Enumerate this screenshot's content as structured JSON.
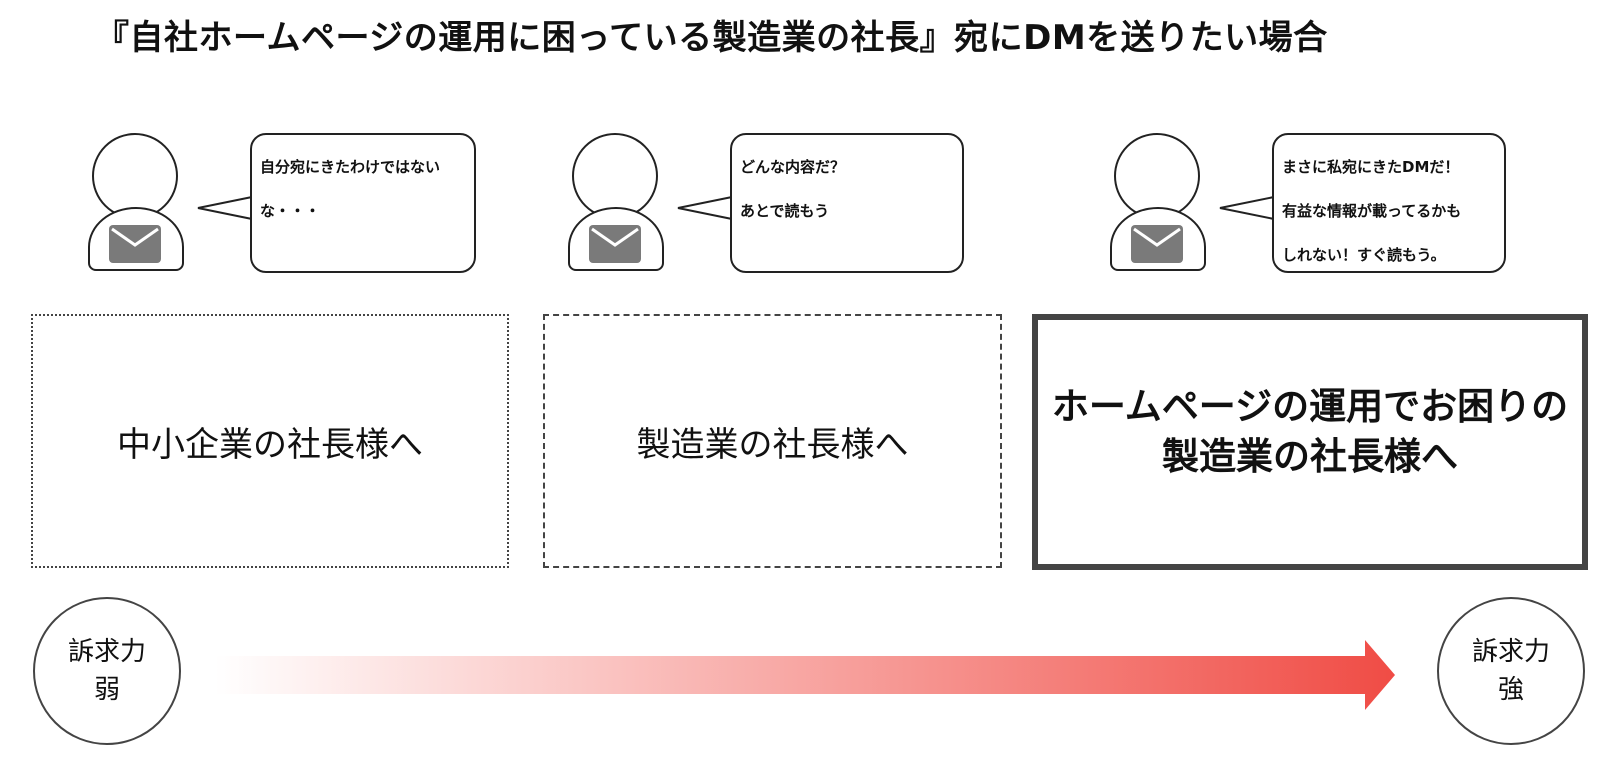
{
  "title": "『自社ホームページの運用に困っている製造業の社長』宛にDMを送りたい場合",
  "panels": [
    {
      "bubble_lines": [
        "自分宛にきたわけではない",
        "な・・・"
      ],
      "box_lines": [
        "中小企業の社長様へ"
      ]
    },
    {
      "bubble_lines": [
        "どんな内容だ？",
        "あとで読もう"
      ],
      "box_lines": [
        "製造業の社長様へ"
      ]
    },
    {
      "bubble_lines": [
        "まさに私宛にきたDMだ！",
        "有益な情報が載ってるかも",
        "しれない！すぐ読もう。"
      ],
      "box_lines": [
        "ホームページの運用でお困りの",
        "製造業の社長様へ"
      ]
    }
  ],
  "scale": {
    "weak": {
      "line1": "訴求力",
      "line2": "弱"
    },
    "strong": {
      "line1": "訴求力",
      "line2": "強"
    },
    "arrow_color_start": "#ffffff",
    "arrow_color_end": "#f04c45"
  },
  "icons": {
    "person": "person-icon",
    "mail": "envelope-icon"
  }
}
